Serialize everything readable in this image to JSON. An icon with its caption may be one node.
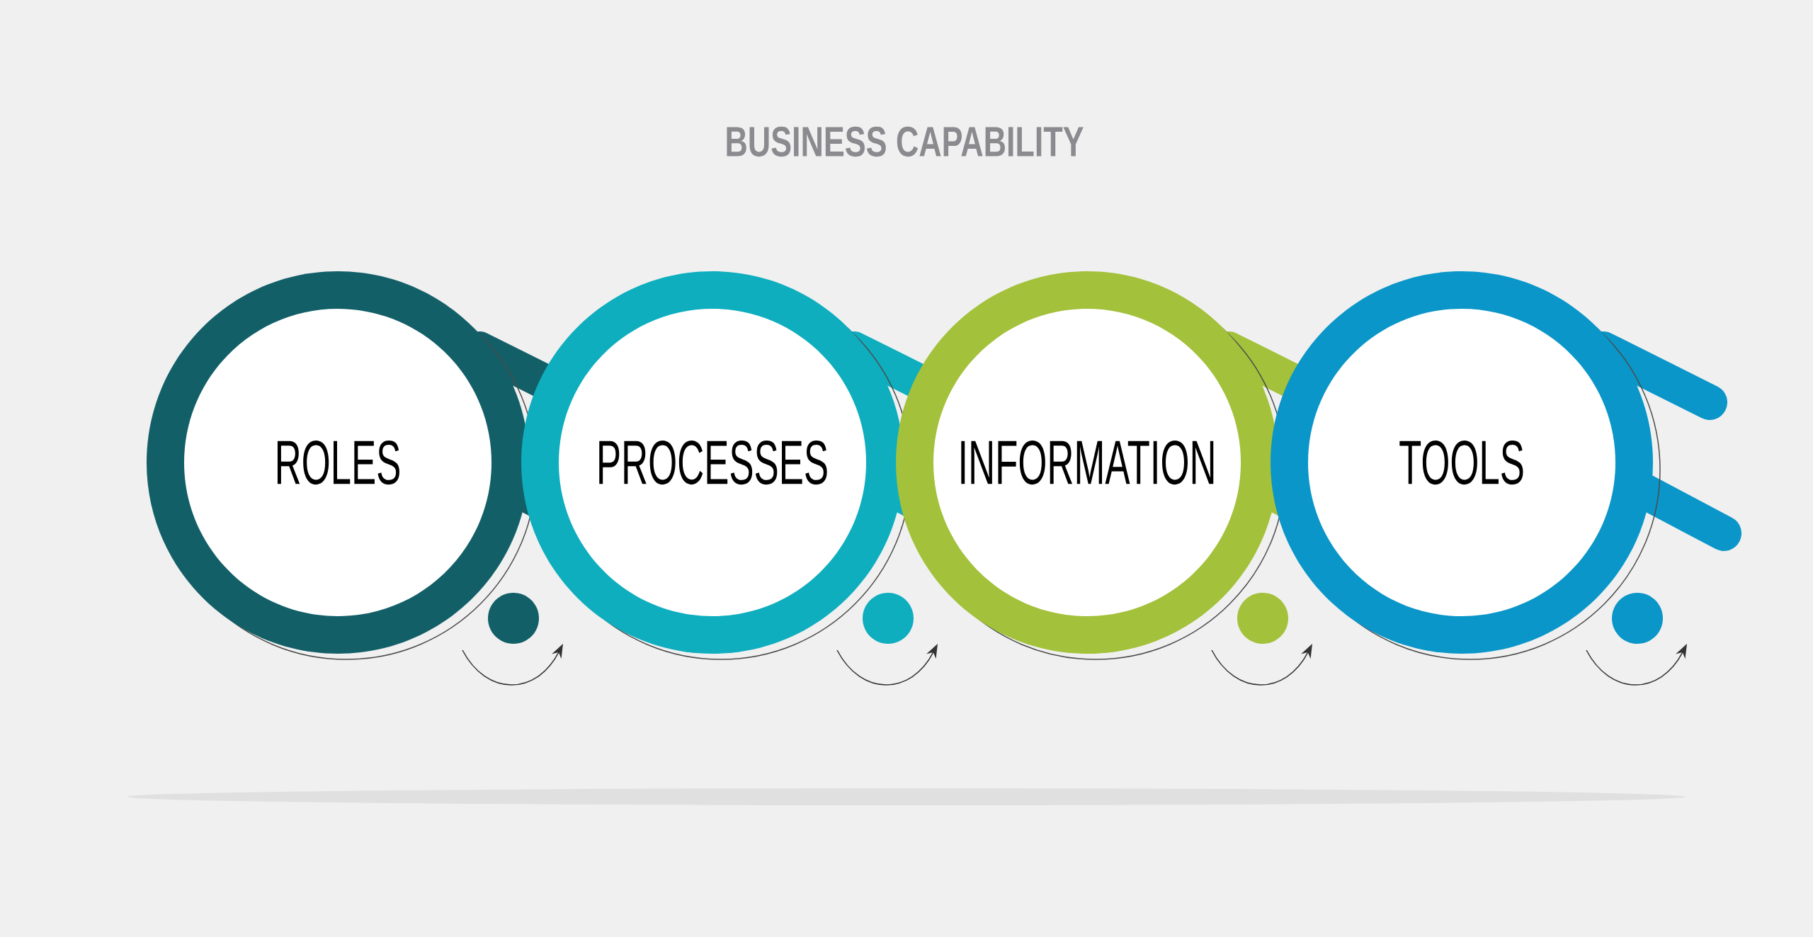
{
  "diagram": {
    "title": "BUSINESS CAPABILITY",
    "nodes": [
      {
        "text": [
          "ROLES"
        ]
      },
      {
        "text": [
          "PROCESSES"
        ]
      },
      {
        "text": [
          "INFORMATION"
        ]
      },
      {
        "text": [
          "TOOLS"
        ]
      }
    ]
  }
}
